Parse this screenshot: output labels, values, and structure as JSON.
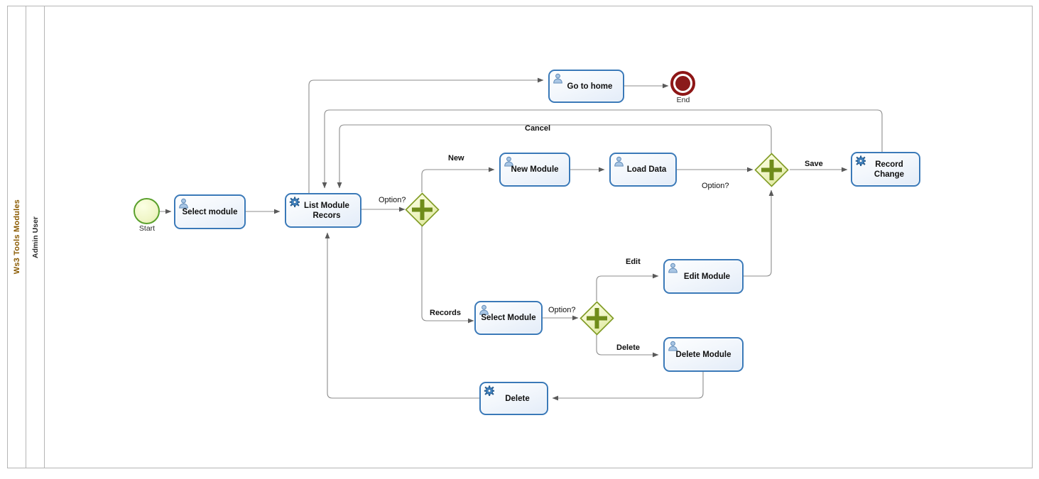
{
  "diagram": {
    "type": "bpmn-process",
    "pool": {
      "label": "Ws3 Tools Modules"
    },
    "lane": {
      "label": "Admin User"
    }
  },
  "events": [
    {
      "id": "start",
      "kind": "start-event",
      "caption": "Start"
    },
    {
      "id": "end",
      "kind": "end-event",
      "caption": "End"
    }
  ],
  "tasks": [
    {
      "id": "select-module-1",
      "label": "Select module",
      "type": "user-task",
      "icon": "user-icon"
    },
    {
      "id": "list-module",
      "label": "List Module Recors",
      "type": "service-task",
      "icon": "gear-icon"
    },
    {
      "id": "go-to-home",
      "label": "Go to home",
      "type": "user-task",
      "icon": "user-icon"
    },
    {
      "id": "new-module",
      "label": "New Module",
      "type": "user-task",
      "icon": "user-icon"
    },
    {
      "id": "load-data",
      "label": "Load Data",
      "type": "user-task",
      "icon": "user-icon"
    },
    {
      "id": "record-change",
      "label": "Record Change",
      "type": "service-task",
      "icon": "gear-icon"
    },
    {
      "id": "select-module-2",
      "label": "Select Module",
      "type": "user-task",
      "icon": "user-icon"
    },
    {
      "id": "edit-module",
      "label": "Edit Module",
      "type": "user-task",
      "icon": "user-icon"
    },
    {
      "id": "delete-module",
      "label": "Delete Module",
      "type": "user-task",
      "icon": "user-icon"
    },
    {
      "id": "delete-service",
      "label": "Delete",
      "type": "service-task",
      "icon": "gear-icon"
    }
  ],
  "gateways": [
    {
      "id": "gw-option-1",
      "kind": "parallel-gateway"
    },
    {
      "id": "gw-option-2",
      "kind": "parallel-gateway"
    },
    {
      "id": "gw-save",
      "kind": "parallel-gateway"
    }
  ],
  "edge_labels": {
    "option_1": "Option?",
    "option_2": "Option?",
    "option_3": "Option?",
    "new": "New",
    "records": "Records",
    "edit": "Edit",
    "delete": "Delete",
    "save": "Save",
    "cancel": "Cancel"
  },
  "colors": {
    "task_border": "#3a79b8",
    "task_fill": "#eef3fb",
    "gateway_border": "#7f9a22",
    "gateway_fill": "#f2f7ce",
    "start_border": "#5aa02c",
    "end_border": "#8e1616",
    "end_fill": "#8b1a1a",
    "edge": "#8c8c8c",
    "pool_border": "#b5b5b5",
    "pool_label": "#8a5a00"
  }
}
